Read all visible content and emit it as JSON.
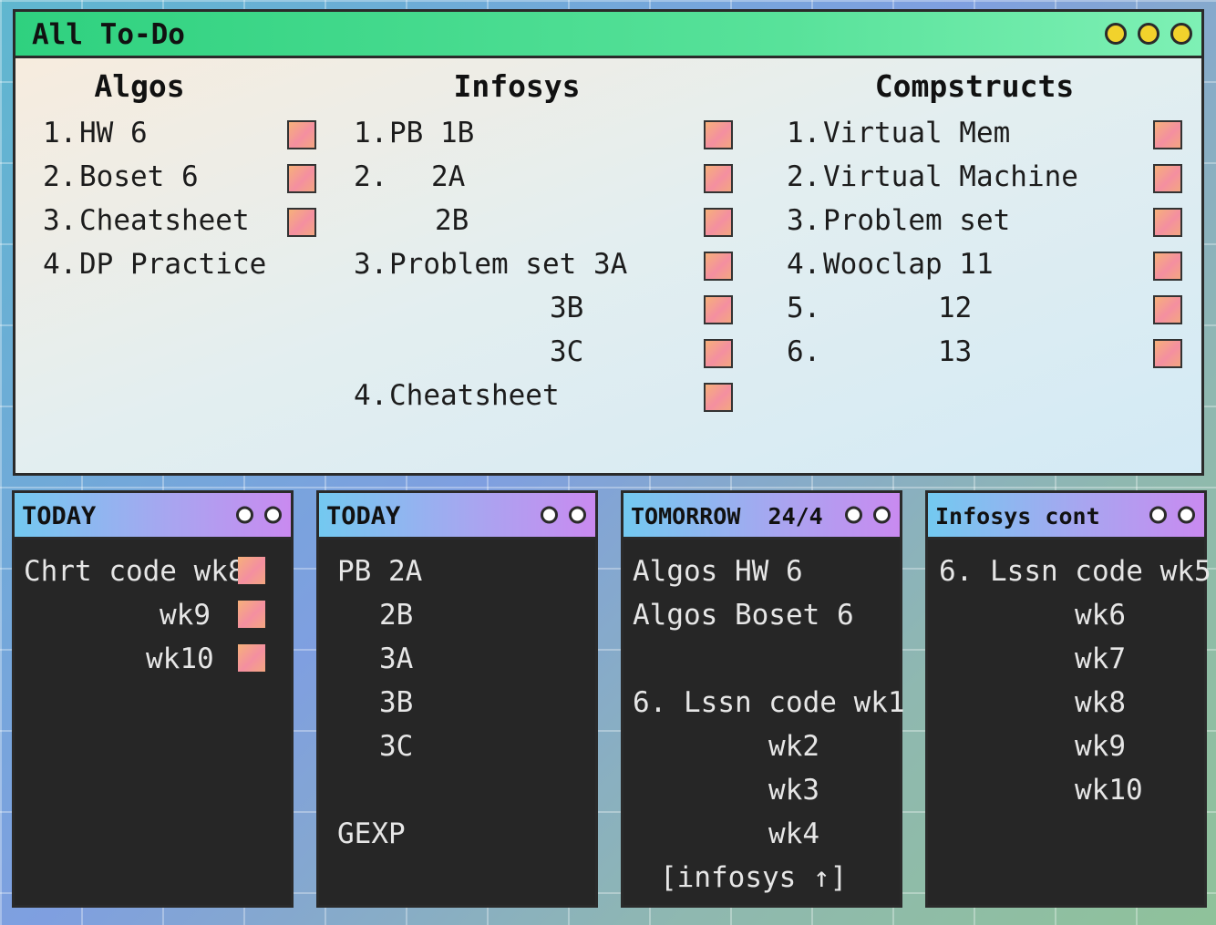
{
  "main_window": {
    "title": "All To-Do",
    "columns": [
      {
        "heading": "Algos",
        "items": [
          {
            "num": "1.",
            "text": "HW 6"
          },
          {
            "num": "2.",
            "text": "Boset 6"
          },
          {
            "num": "3.",
            "text": "Cheatsheet"
          },
          {
            "num": "4.",
            "text": "DP Practice"
          }
        ]
      },
      {
        "heading": "Infosys",
        "items": [
          {
            "num": "1.",
            "text": "PB 1B"
          },
          {
            "num": "2.",
            "text": "2A"
          },
          {
            "num": "",
            "text": "2B"
          },
          {
            "num": "3.",
            "text": "Problem set 3A"
          },
          {
            "num": "",
            "text": "3B"
          },
          {
            "num": "",
            "text": "3C"
          },
          {
            "num": "4.",
            "text": "Cheatsheet"
          }
        ]
      },
      {
        "heading": "Compstructs",
        "items": [
          {
            "num": "1.",
            "text": "Virtual Mem"
          },
          {
            "num": "2.",
            "text": "Virtual Machine"
          },
          {
            "num": "3.",
            "text": "Problem set"
          },
          {
            "num": "4.",
            "text": "Wooclap 11"
          },
          {
            "num": "5.",
            "text": "12"
          },
          {
            "num": "6.",
            "text": "13"
          }
        ]
      }
    ]
  },
  "panel1": {
    "title": "TODAY",
    "lines": [
      "Chrt code wk8",
      "wk9",
      "wk10"
    ]
  },
  "panel2": {
    "title": "TODAY",
    "lines": [
      "PB 2A",
      "2B",
      "3A",
      "3B",
      "3C",
      "GEXP"
    ]
  },
  "panel3": {
    "title": "TOMORROW  24/4",
    "lines": [
      "Algos HW 6",
      "Algos Boset 6",
      "6. Lssn code wk1",
      "wk2",
      "wk3",
      "wk4",
      "[infosys ↑]"
    ]
  },
  "panel4": {
    "title": "Infosys cont",
    "lines": [
      "6. Lssn code wk5",
      "wk6",
      "wk7",
      "wk8",
      "wk9",
      "wk10"
    ]
  },
  "colors": {
    "main_titlebar": "#2fd17f",
    "panel_titlebar_start": "#73c9f0",
    "panel_titlebar_end": "#c98af0",
    "panel_body": "#262626",
    "dot_yellow": "#f2d22c"
  }
}
